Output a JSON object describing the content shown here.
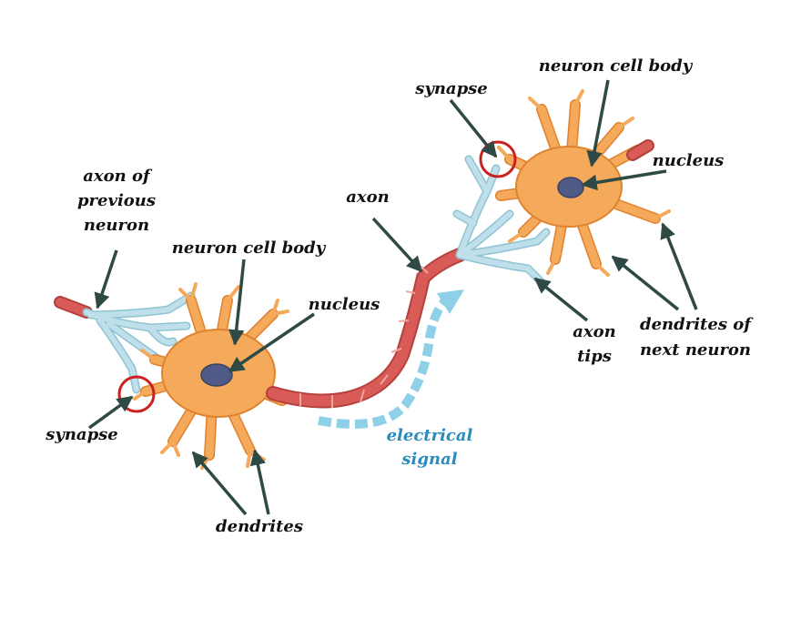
{
  "colors": {
    "cell": "#f5a95a",
    "cell_stroke": "#e0822e",
    "nucleus": "#4f5a86",
    "axon": "#d95b57",
    "axon_stroke": "#b4413d",
    "terminal": "#bfe0ea",
    "terminal_stroke": "#8fc3d3",
    "synapse_circle": "#cc1f1f",
    "arrow": "#2f4a44",
    "signal": "#8dd0e8",
    "signal_text": "#2a8bbd"
  },
  "labels": {
    "axon_prev_1": "axon of",
    "axon_prev_2": "previous",
    "axon_prev_3": "neuron",
    "cell_body_left": "neuron cell body",
    "nucleus_left": "nucleus",
    "synapse_left": "synapse",
    "dendrites_bottom": "dendrites",
    "axon": "axon",
    "signal_1": "electrical",
    "signal_2": "signal",
    "synapse_right": "synapse",
    "cell_body_right": "neuron cell body",
    "nucleus_right": "nucleus",
    "axon_tips_1": "axon",
    "axon_tips_2": "tips",
    "dendrites_next_1": "dendrites of",
    "dendrites_next_2": "next neuron"
  }
}
